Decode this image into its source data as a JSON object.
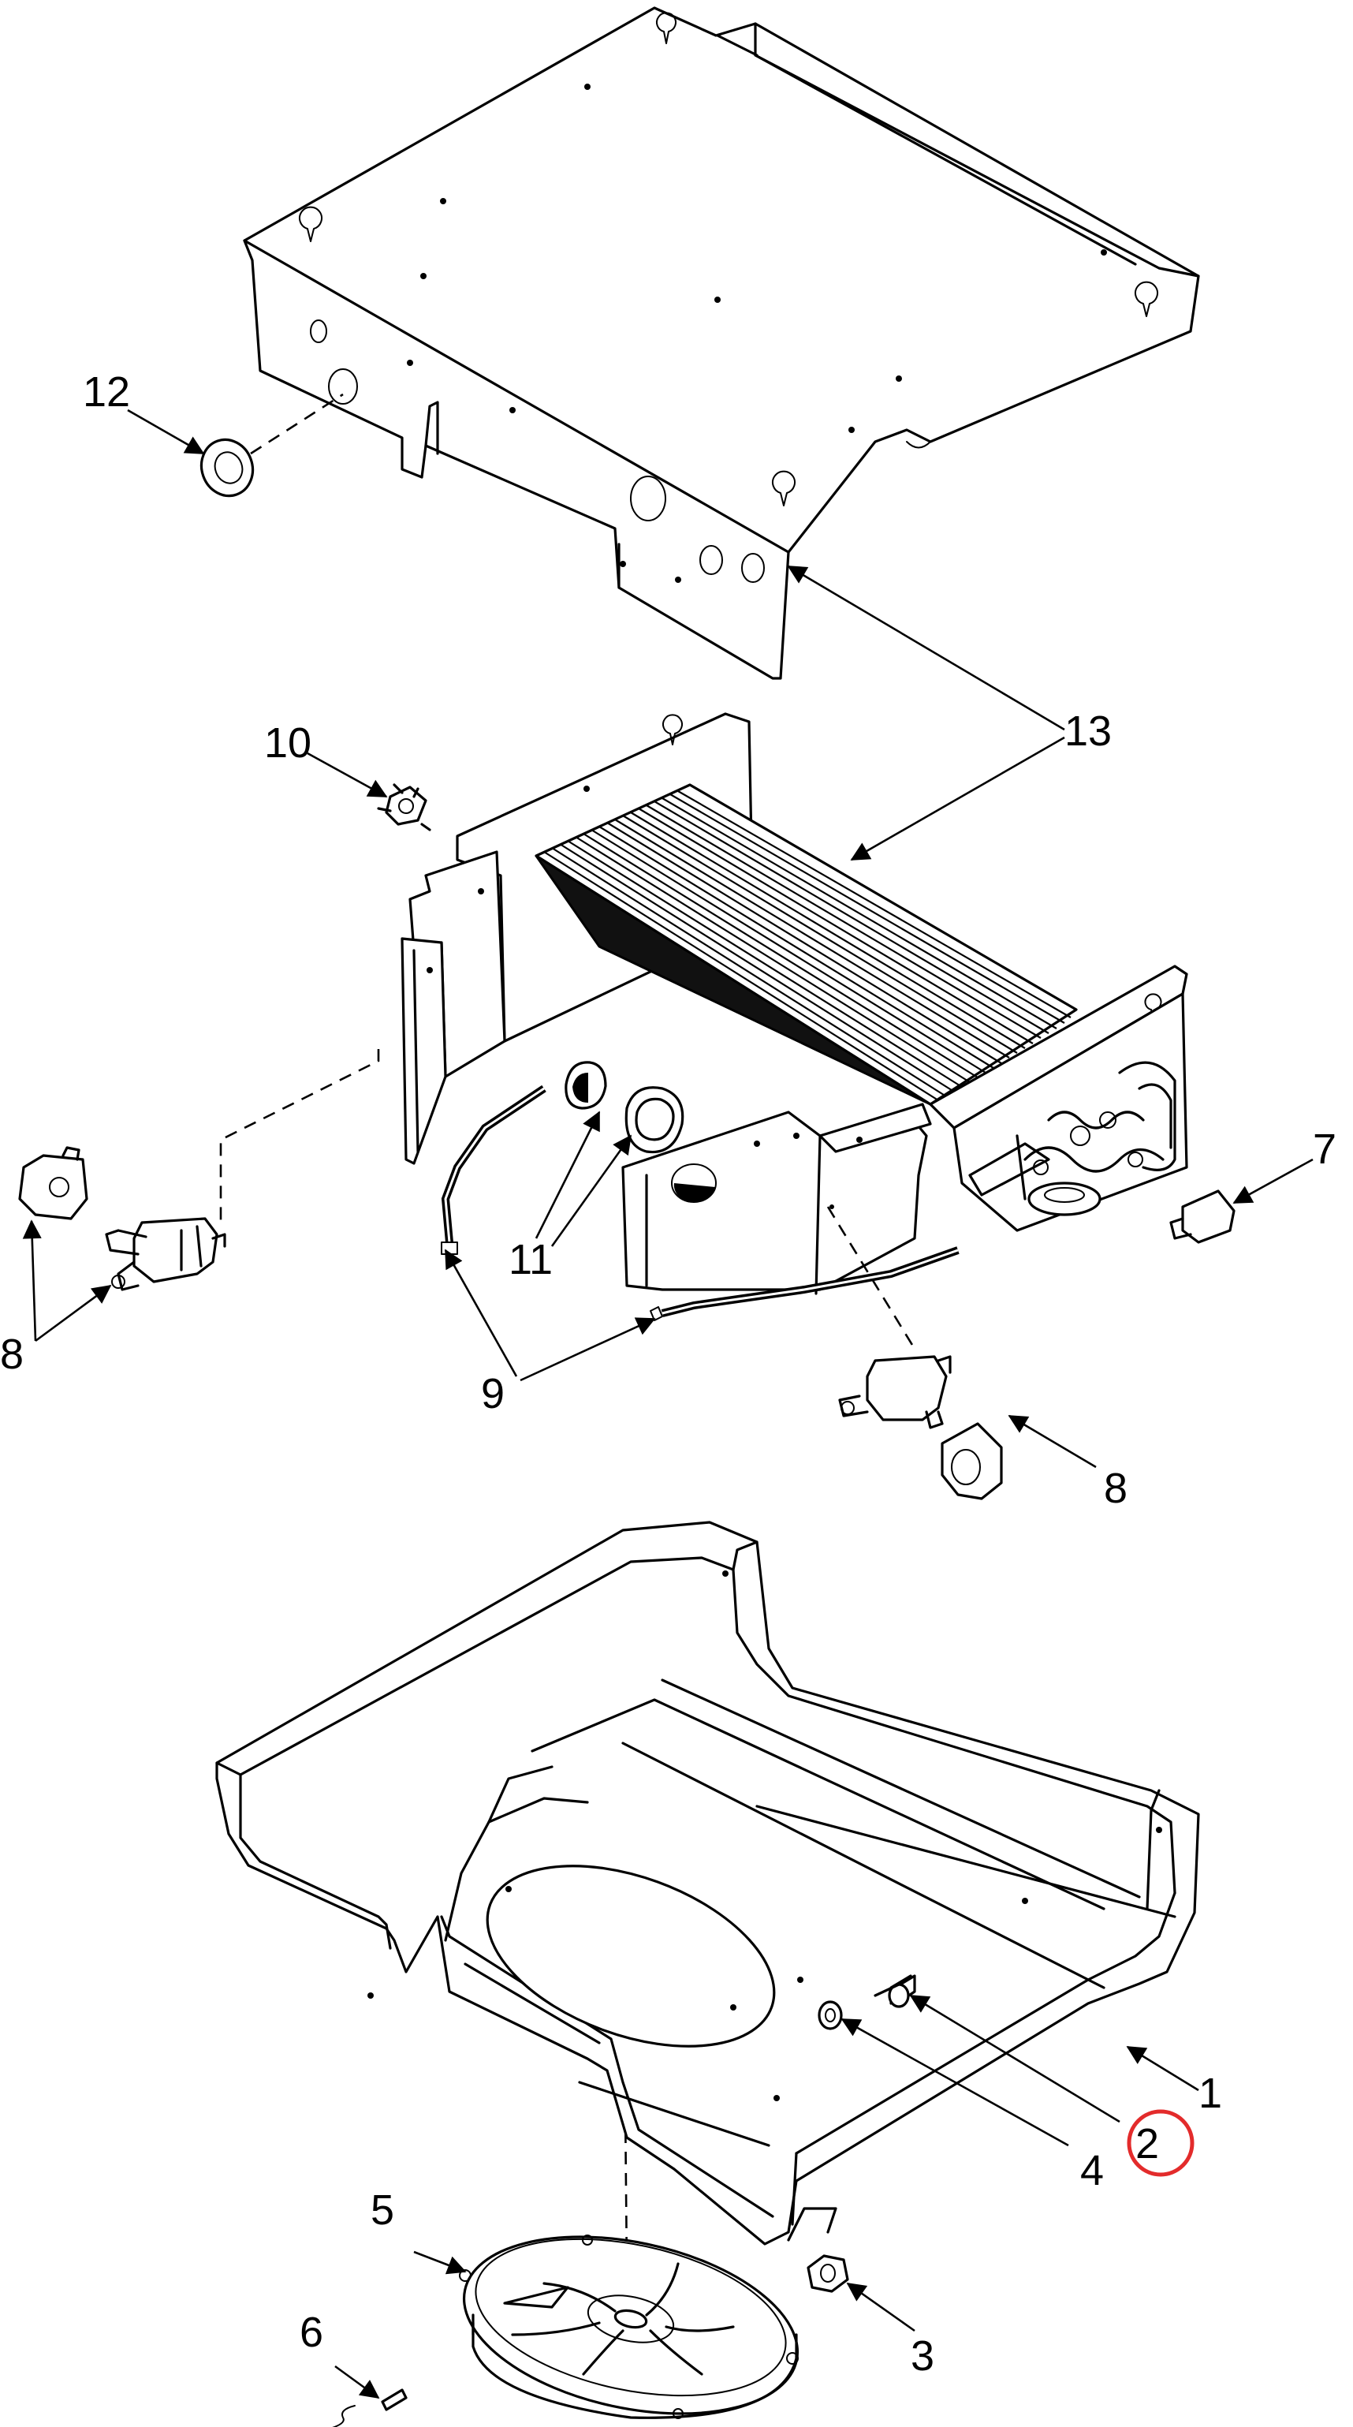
{
  "diagram": {
    "title": "Exploded parts diagram - cooling unit assembly",
    "highlight_color": "#e32b2b",
    "line_color": "#000000",
    "background": "#ffffff",
    "callouts": [
      {
        "id": "c1",
        "label": "1"
      },
      {
        "id": "c2",
        "label": "2",
        "highlighted": true
      },
      {
        "id": "c3",
        "label": "3"
      },
      {
        "id": "c4",
        "label": "4"
      },
      {
        "id": "c5",
        "label": "5"
      },
      {
        "id": "c6",
        "label": "6"
      },
      {
        "id": "c7",
        "label": "7"
      },
      {
        "id": "c8a",
        "label": "8"
      },
      {
        "id": "c8b",
        "label": "8"
      },
      {
        "id": "c9",
        "label": "9"
      },
      {
        "id": "c10",
        "label": "10"
      },
      {
        "id": "c11",
        "label": "11"
      },
      {
        "id": "c12",
        "label": "12"
      },
      {
        "id": "c13",
        "label": "13"
      }
    ]
  }
}
